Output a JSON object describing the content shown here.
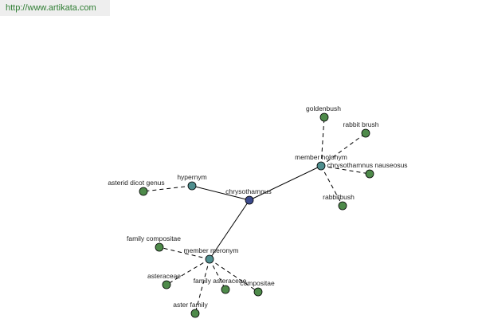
{
  "header": {
    "url_text": "http://www.artikata.com"
  },
  "colors": {
    "center_node": "#3b4a8c",
    "relation_node": "#4f8e8e",
    "leaf_node": "#4e8a4a",
    "url_text": "#2e7d32"
  },
  "graph": {
    "nodes": [
      {
        "id": "chrysothamnus",
        "label": "chrysothamnus",
        "kind": "center"
      },
      {
        "id": "hypernym",
        "label": "hypernym",
        "kind": "relation"
      },
      {
        "id": "member-holonym",
        "label": "member holonym",
        "kind": "relation"
      },
      {
        "id": "member-meronym",
        "label": "member meronym",
        "kind": "relation"
      },
      {
        "id": "asterid-dicot-genus",
        "label": "asterid dicot genus",
        "kind": "leaf"
      },
      {
        "id": "goldenbush",
        "label": "goldenbush",
        "kind": "leaf"
      },
      {
        "id": "rabbit-brush",
        "label": "rabbit brush",
        "kind": "leaf"
      },
      {
        "id": "chrysothamnus-nauseosus",
        "label": "chrysothamnus nauseosus",
        "kind": "leaf"
      },
      {
        "id": "rabbitbush",
        "label": "rabbitbush",
        "kind": "leaf"
      },
      {
        "id": "family-compositae",
        "label": "family compositae",
        "kind": "leaf"
      },
      {
        "id": "asteraceae",
        "label": "asteraceae",
        "kind": "leaf"
      },
      {
        "id": "family-asteraceae",
        "label": "family asteraceae",
        "kind": "leaf"
      },
      {
        "id": "compositae",
        "label": "compositae",
        "kind": "leaf"
      },
      {
        "id": "aster-family",
        "label": "aster family",
        "kind": "leaf"
      }
    ],
    "edges": [
      {
        "from": "chrysothamnus",
        "to": "hypernym",
        "style": "solid"
      },
      {
        "from": "chrysothamnus",
        "to": "member-holonym",
        "style": "solid"
      },
      {
        "from": "chrysothamnus",
        "to": "member-meronym",
        "style": "solid"
      },
      {
        "from": "hypernym",
        "to": "asterid-dicot-genus",
        "style": "dashed"
      },
      {
        "from": "member-holonym",
        "to": "goldenbush",
        "style": "dashed"
      },
      {
        "from": "member-holonym",
        "to": "rabbit-brush",
        "style": "dashed"
      },
      {
        "from": "member-holonym",
        "to": "chrysothamnus-nauseosus",
        "style": "dashed"
      },
      {
        "from": "member-holonym",
        "to": "rabbitbush",
        "style": "dashed"
      },
      {
        "from": "member-meronym",
        "to": "family-compositae",
        "style": "dashed"
      },
      {
        "from": "member-meronym",
        "to": "asteraceae",
        "style": "dashed"
      },
      {
        "from": "member-meronym",
        "to": "family-asteraceae",
        "style": "dashed"
      },
      {
        "from": "member-meronym",
        "to": "compositae",
        "style": "dashed"
      },
      {
        "from": "member-meronym",
        "to": "aster-family",
        "style": "dashed"
      }
    ]
  }
}
